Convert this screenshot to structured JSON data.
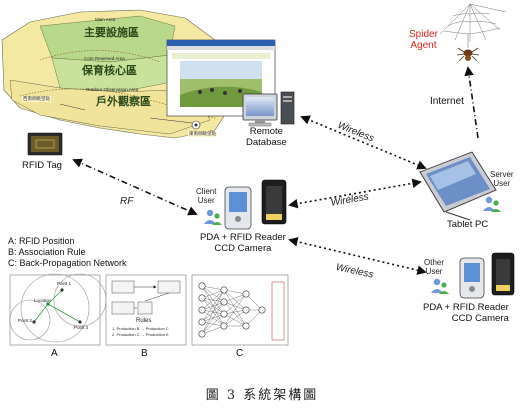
{
  "map": {
    "zones": [
      {
        "label": "主要設施區",
        "sub": "Main Area"
      },
      {
        "label": "保育核心區",
        "sub": "Core Reserved Area"
      },
      {
        "label": "戶外觀察區",
        "sub": "Outdoor Observation Area"
      }
    ],
    "small_labels": [
      "西南側眺望點",
      "東南側眺望點"
    ]
  },
  "nodes": {
    "remote_db": "Remote\nDatabase",
    "rfid_tag": "RFID Tag",
    "client_user": "Client\nUser",
    "pda_client": "PDA + RFID Reader\nCCD Camera",
    "tablet": "Tablet PC",
    "server_user": "Server\nUser",
    "other_user": "Other\nUser",
    "pda_other": "PDA + RFID Reader\nCCD Camera",
    "spider": "Spider\nAgent"
  },
  "links": {
    "wireless_1": "Wireless",
    "wireless_2": "Wireless",
    "wireless_3": "Wireless",
    "internet": "Internet",
    "rf": "RF"
  },
  "legend": [
    "A: RFID Position",
    "B: Association Rule",
    "C: Back-Propagation Network"
  ],
  "panels": {
    "a_label": "A",
    "b_label": "B",
    "c_label": "C",
    "a_points": [
      "Point 1",
      "Location",
      "Point 2",
      "Point 3"
    ],
    "b_rules_title": "Rules",
    "b_rules": [
      "1. Production B → Production C",
      "2. Production C → Production E"
    ]
  },
  "caption": "圖 3   系統架構圖",
  "colors": {
    "spider_text": "#e0241b",
    "map_bg": "#f5e9a8",
    "map_green": "#b9d98a"
  }
}
